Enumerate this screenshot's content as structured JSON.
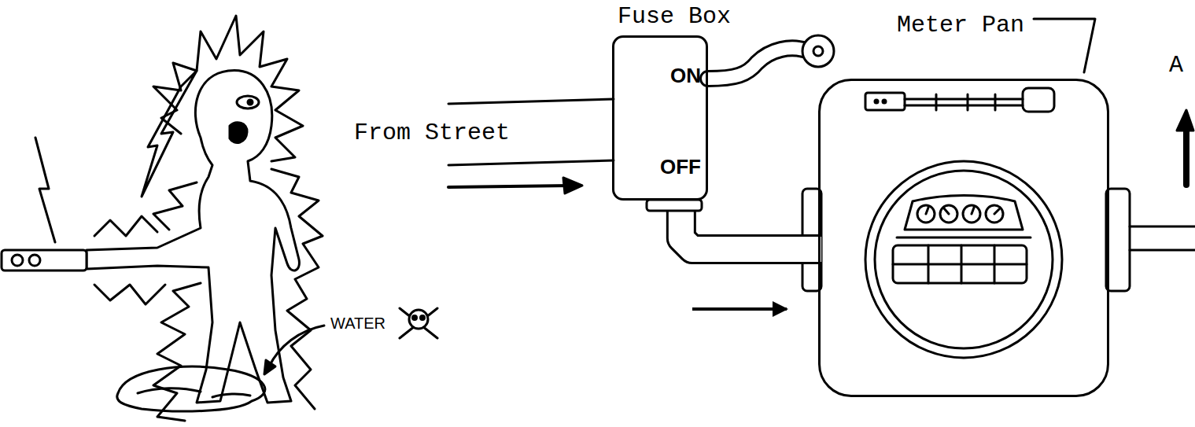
{
  "diagram": {
    "nodes": [
      {
        "text": [
          "Fuse Box",
          "ON",
          "OFF"
        ]
      },
      {
        "text": [
          "Meter Pan"
        ]
      }
    ],
    "edges": [
      {
        "from": 0,
        "to": 1,
        "arrow": "to"
      }
    ],
    "labels": [
      "From Street",
      "WATER",
      "A"
    ]
  }
}
